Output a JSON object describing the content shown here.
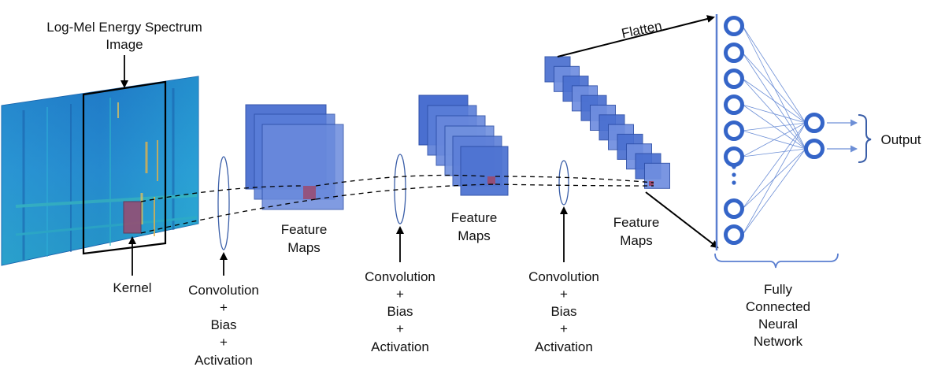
{
  "labels": {
    "spectrum_title_1": "Log-Mel Energy Spectrum",
    "spectrum_title_2": "Image",
    "kernel": "Kernel",
    "conv_line1": "Convolution",
    "conv_line2": "+",
    "conv_line3": "Bias",
    "conv_line4": "+",
    "conv_line5": "Activation",
    "feature_line1": "Feature",
    "feature_line2": "Maps",
    "flatten": "Flatten",
    "output": "Output",
    "fc_line1": "Fully",
    "fc_line2": "Connected",
    "fc_line3": "Neural",
    "fc_line4": "Network"
  },
  "colors": {
    "map_fill": "#4a6fd0",
    "map_stroke": "#2d4fa8",
    "map_fill_light": "#6f8ee0",
    "node_ring": "#3565c8",
    "connection": "#6d8fd6",
    "kernel_fill": "#9b4a6e",
    "spectrum_base": "#1a6fc0",
    "spectrum_mid": "#2a9fd8",
    "spectrum_hot": "#e3b24a"
  }
}
